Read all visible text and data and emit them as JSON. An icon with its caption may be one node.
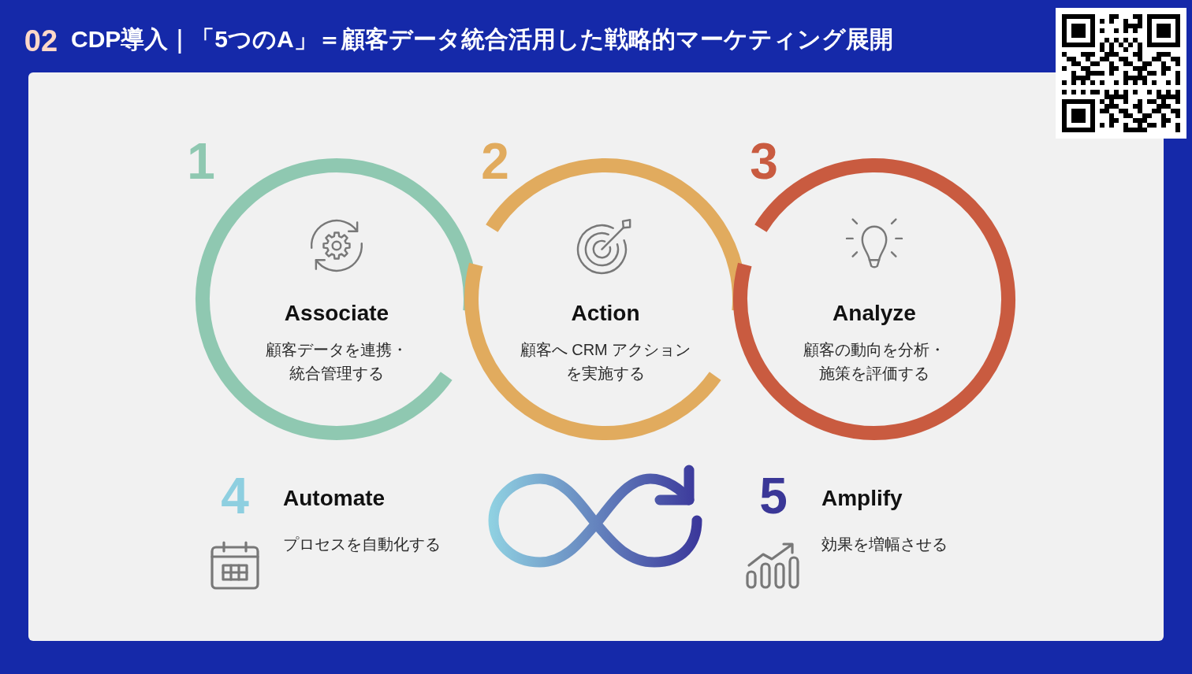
{
  "diagram": {
    "title": "CDP導入｜「5つのA」＝顧客データ統合活用した戦略的マーケティング展開",
    "nodes": [
      {
        "text": [
          "1",
          "Associate",
          "顧客データを連携・統合管理する"
        ]
      },
      {
        "text": [
          "2",
          "Action",
          "顧客へ CRM アクションを実施する"
        ]
      },
      {
        "text": [
          "3",
          "Analyze",
          "顧客の動向を分析・施策を評価する"
        ]
      }
    ],
    "labels": [
      "02",
      "4",
      "Automate",
      "プロセスを自動化する",
      "5",
      "Amplify",
      "効果を増幅させる"
    ]
  }
}
